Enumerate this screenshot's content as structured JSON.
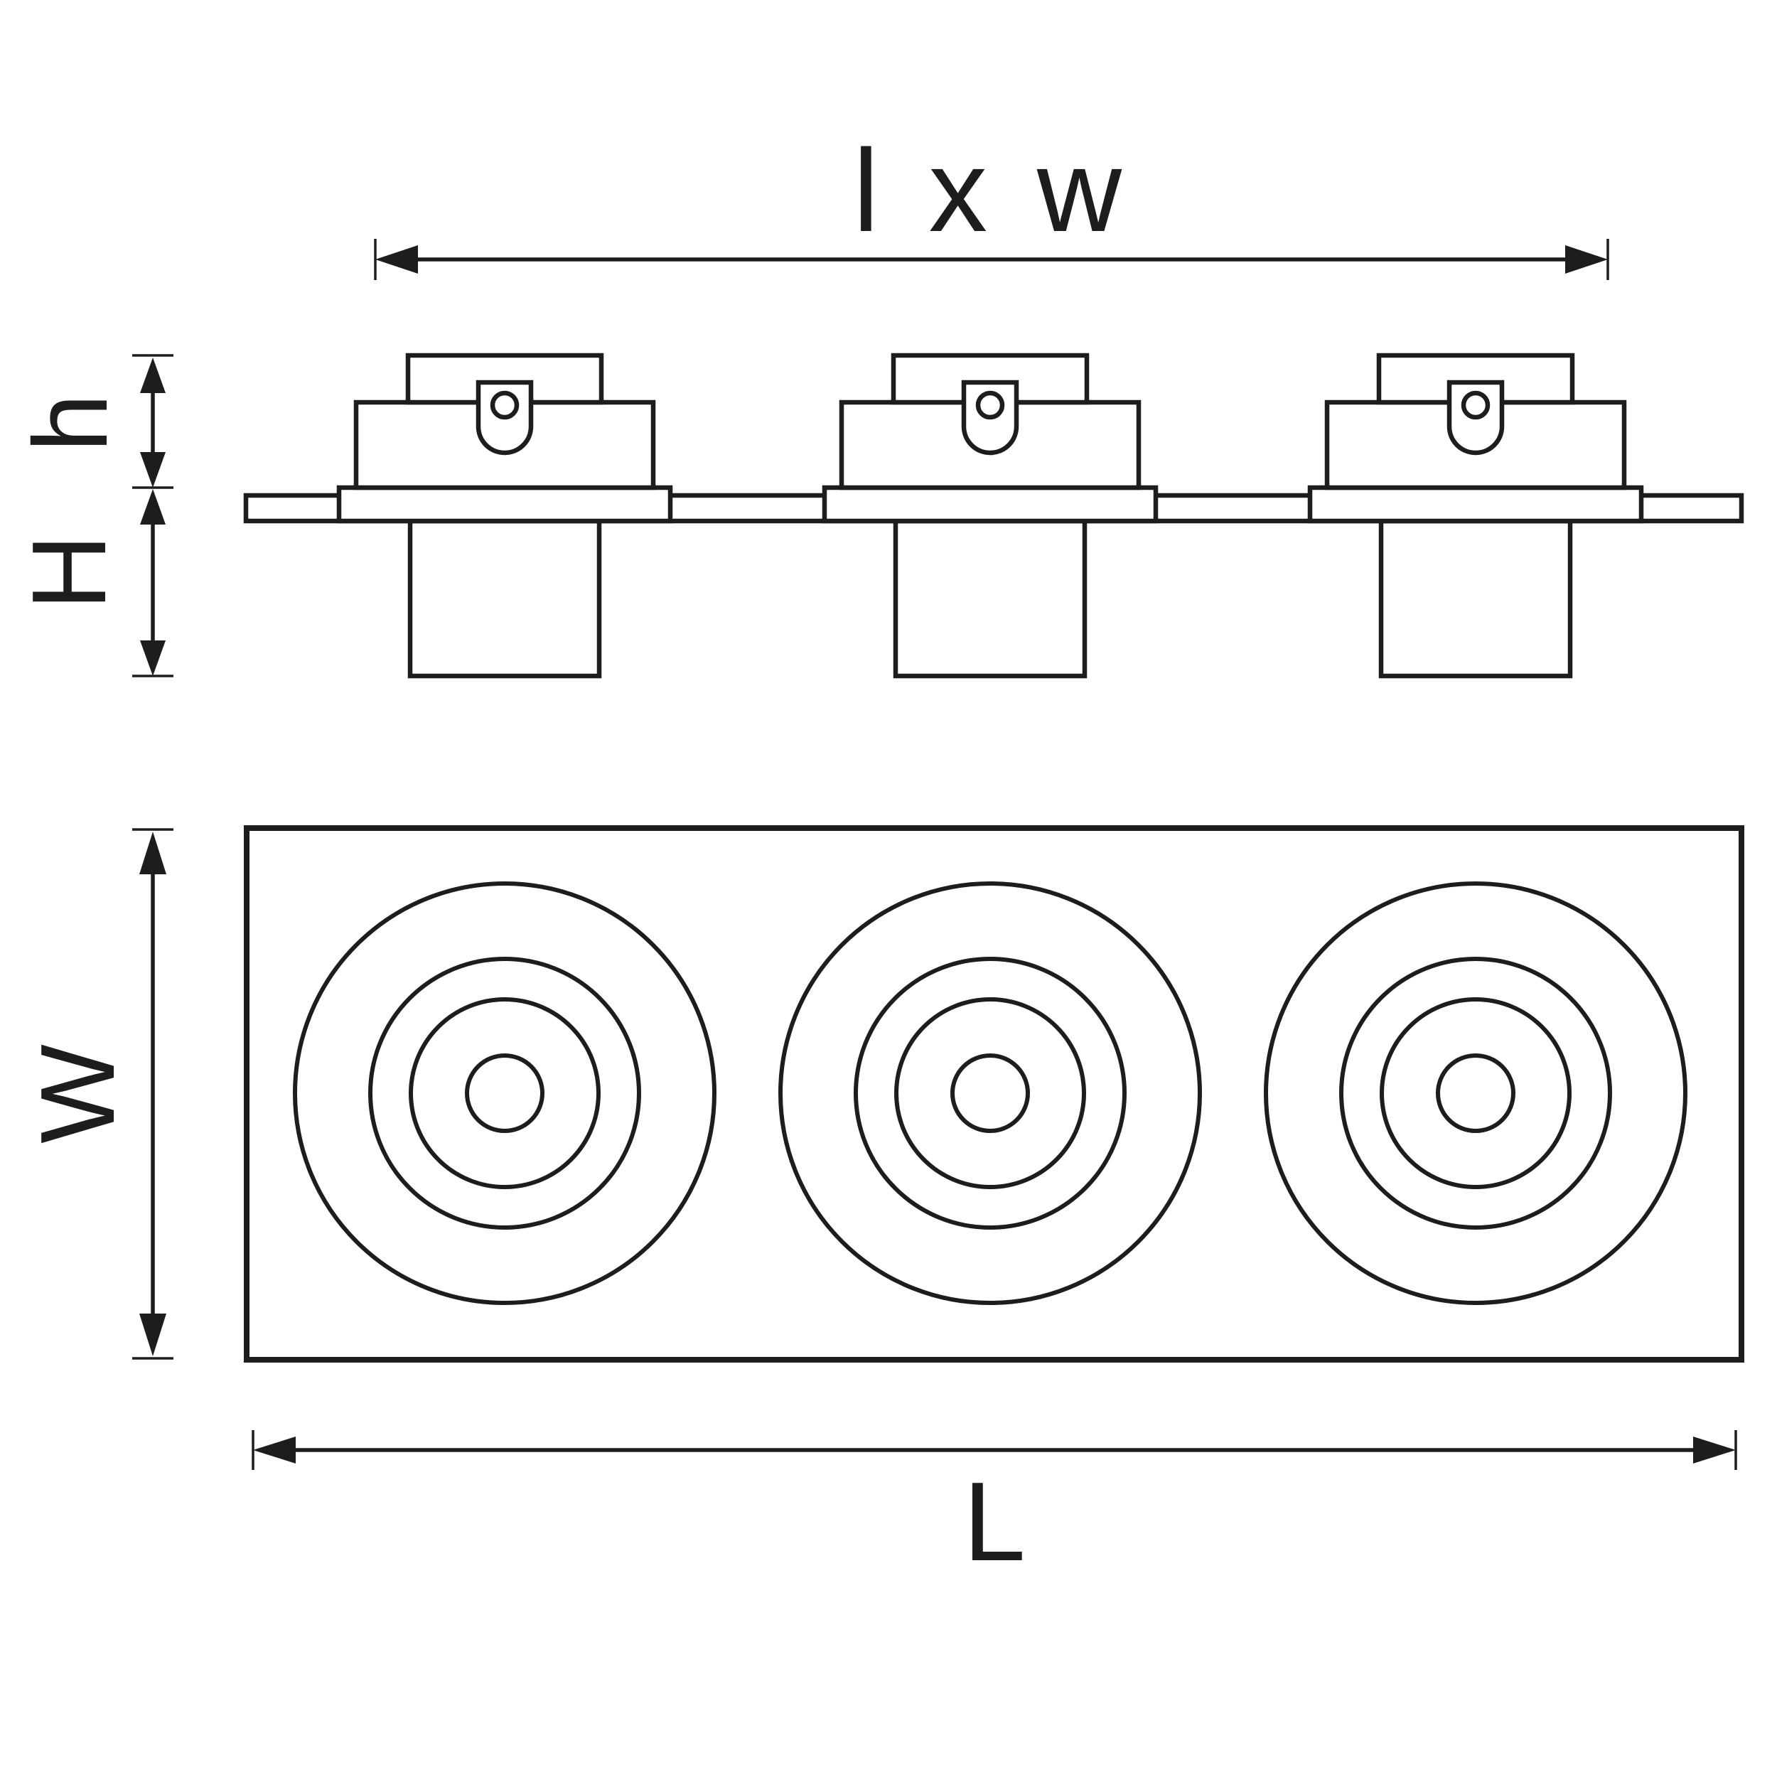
{
  "figure": {
    "description": "Technical dimension drawing of a three-lamp recessed spotlight fixture: side elevation above, front view with three sets of concentric circles below",
    "module_count": 3
  },
  "labels": {
    "top": "l x w",
    "height_upper": "h",
    "height_overall": "H",
    "width": "W",
    "length": "L"
  },
  "colors": {
    "line": "#1d1d1b",
    "background": "#ffffff"
  }
}
